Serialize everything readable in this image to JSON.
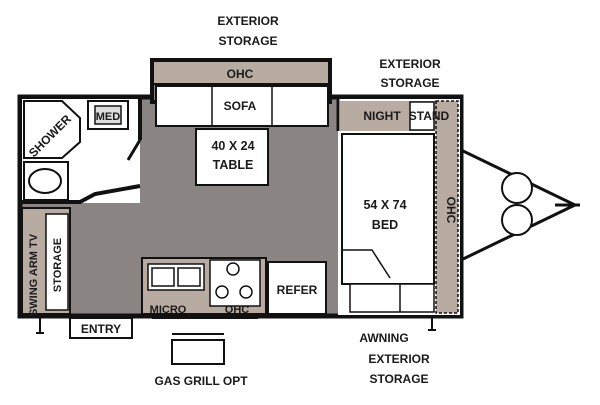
{
  "colors": {
    "floor": "#8a8582",
    "wall": "#111111",
    "overhead_cabinet": "#b8aba2",
    "furniture": "#ffffff"
  },
  "labels": {
    "exterior_storage_top": [
      "EXTERIOR",
      "STORAGE"
    ],
    "exterior_storage_right": [
      "EXTERIOR",
      "STORAGE"
    ],
    "exterior_storage_bottom": [
      "EXTERIOR",
      "STORAGE"
    ],
    "ohc_top": "OHC",
    "sofa": "SOFA",
    "table": [
      "40 X 24",
      "TABLE"
    ],
    "shower": "SHOWER",
    "med": "MED",
    "night_stand": [
      "NIGHT",
      "STAND"
    ],
    "ohc_right": "OHC",
    "bed": [
      "54 X 74",
      "BED"
    ],
    "swing_arm_tv": "SWING ARM TV",
    "storage_left": "STORAGE",
    "micro": "MICRO",
    "ohc_kitchen": "OHC",
    "refer": "REFER",
    "entry": "ENTRY",
    "awning": "AWNING",
    "gas_grill": "GAS GRILL OPT"
  }
}
